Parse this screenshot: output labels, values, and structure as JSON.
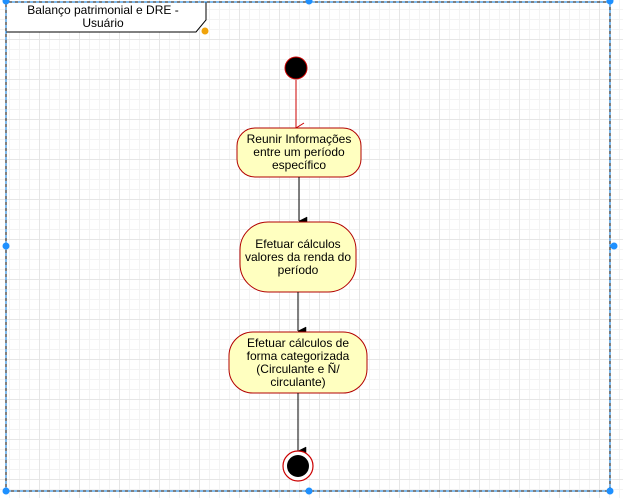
{
  "frame": {
    "title": "Balanço patrimonial e DRE -\nUsuário"
  },
  "activities": [
    {
      "label": "Reunir Informações\nentre um período\nespecífico"
    },
    {
      "label": "Efetuar cálculos\nvalores da renda do\nperíodo"
    },
    {
      "label": "Efetuar cálculos de\nforma categorizada\n(Circulante e Ñ/\ncirculante)"
    }
  ],
  "colors": {
    "activity_fill": "#ffffc0",
    "activity_stroke": "#b20000",
    "selection": "#0077dd",
    "handle": "#1e90ff",
    "connector_handle": "#f0a30a"
  }
}
